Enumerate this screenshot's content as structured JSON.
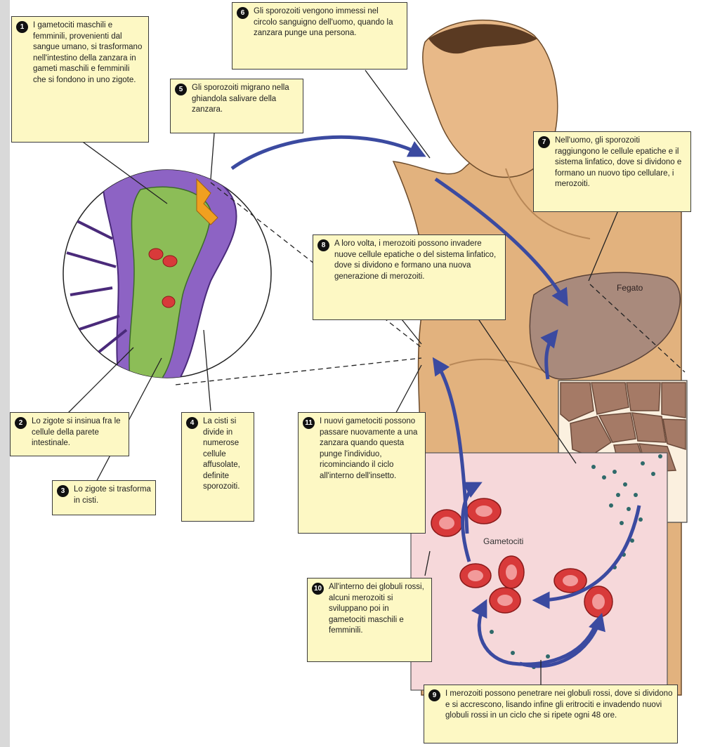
{
  "callouts": [
    {
      "num": "1",
      "text": "I gametociti maschili e femminili, provenienti dal sangue umano, si trasformano nell'intestino della zanzara in gameti maschili e femminili che si fondono in uno zigote."
    },
    {
      "num": "2",
      "text": "Lo zigote si insinua fra le cellule della parete intestinale."
    },
    {
      "num": "3",
      "text": "Lo zigote si trasforma in cisti."
    },
    {
      "num": "4",
      "text": "La cisti si divide in numerose cellule affusolate, definite sporozoiti."
    },
    {
      "num": "5",
      "text": "Gli sporozoiti migrano nella ghiandola salivare della zanzara."
    },
    {
      "num": "6",
      "text": "Gli sporozoiti vengono immessi nel circolo sanguigno dell'uomo, quando la zanzara punge una persona."
    },
    {
      "num": "7",
      "text": "Nell'uomo, gli sporozoiti raggiungono le cellule epatiche e il sistema linfatico, dove si dividono e formano un nuovo tipo cellulare, i merozoiti."
    },
    {
      "num": "8",
      "text": "A loro volta, i merozoiti possono invadere nuove cellule epatiche o del sistema linfatico, dove si dividono e formano una nuova generazione di merozoiti."
    },
    {
      "num": "9",
      "text": "I merozoiti possono penetrare nei globuli rossi, dove si dividono e si accrescono, lisando infine gli eritrociti e invadendo nuovi globuli rossi in un ciclo che si ripete ogni 48 ore."
    },
    {
      "num": "10",
      "text": "All'interno dei globuli rossi, alcuni merozoiti si sviluppano poi in gametociti maschili e femminili."
    },
    {
      "num": "11",
      "text": "I nuovi gametociti possono passare nuovamente a una zanzara quando questa punge l'individuo, ricominciando il ciclo all'interno dell'insetto."
    }
  ],
  "labels": {
    "liver": "Fegato",
    "gametocytes": "Gametociti"
  },
  "colors": {
    "callout_bg": "#fdf8c4",
    "arrow": "#3b4aa0",
    "skin": "#e2b27e",
    "liver": "#a98a7c",
    "blood_panel": "#f6d8da",
    "rbc": "#d83a3a",
    "gut_wall": "#8d63c4",
    "gut_lumen": "#8cbd57"
  }
}
